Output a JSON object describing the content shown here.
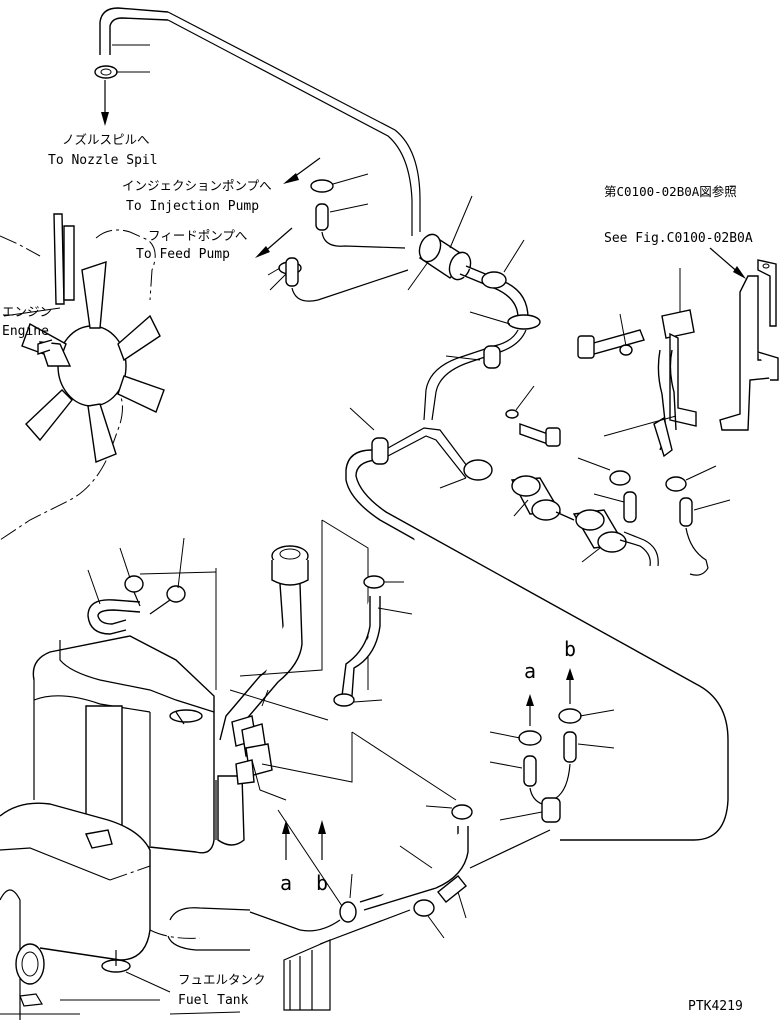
{
  "labels": {
    "nozzle_spill_jp": "ノズルスピルへ",
    "nozzle_spill_en": "To Nozzle Spil",
    "injection_pump_jp": "インジェクションポンプへ",
    "injection_pump_en": "To Injection Pump",
    "feed_pump_jp": "フィードポンプへ",
    "feed_pump_en": "To Feed Pump",
    "engine_jp": "エンジン",
    "engine_en": "Engine",
    "see_fig_jp": "第C0100-02B0A図参照",
    "see_fig_en": "See Fig.C0100-02B0A",
    "fuel_tank_jp": "フュエルタンク",
    "fuel_tank_en": "Fuel Tank",
    "connector_a_top": "a",
    "connector_b_top": "b",
    "connector_a_bottom": "a",
    "connector_b_bottom": "b",
    "drawing_code": "PTK4219"
  }
}
